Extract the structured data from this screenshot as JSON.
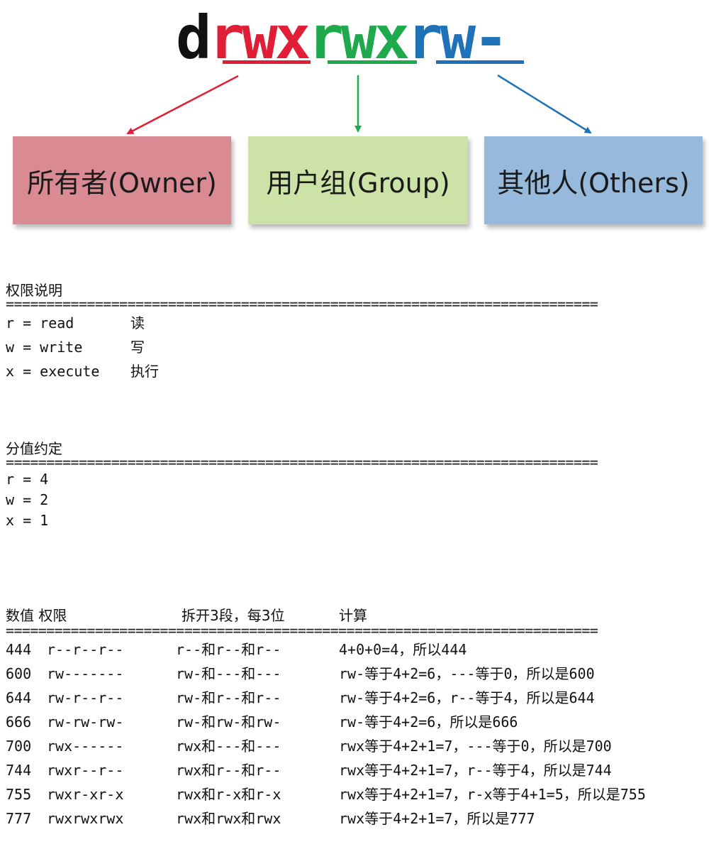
{
  "title_segments": {
    "type": "d",
    "owner": "rwx",
    "group": "rwx",
    "others": "rw-"
  },
  "colors": {
    "owner": "#e01e35",
    "group": "#1fa94d",
    "others": "#1f72b8",
    "owner_box": "#d98a93",
    "group_box": "#cde2a6",
    "others_box": "#97b9dc"
  },
  "boxes": {
    "owner": "所有者(Owner)",
    "group": "用户组(Group)",
    "others": "其他人(Others)"
  },
  "rule": "=========================================================================",
  "permission_desc": {
    "title": "权限说明",
    "items": [
      {
        "key": "r = read",
        "meaning": "读"
      },
      {
        "key": "w = write",
        "meaning": "写"
      },
      {
        "key": "x = execute",
        "meaning": "执行"
      }
    ]
  },
  "value_rules": {
    "title": "分值约定",
    "items": [
      "r = 4",
      "w = 2",
      "x = 1"
    ]
  },
  "table": {
    "headers": [
      "数值 权限",
      "拆开3段，每3位",
      "计算"
    ],
    "rows": [
      {
        "value": "444",
        "perm": "r--r--r--",
        "split": "r--和r--和r--",
        "calc": "4+0+0=4，所以444"
      },
      {
        "value": "600",
        "perm": "rw-------",
        "split": "rw-和---和---",
        "calc": "rw-等于4+2=6，---等于0，所以是600"
      },
      {
        "value": "644",
        "perm": "rw-r--r--",
        "split": "rw-和r--和r--",
        "calc": "rw-等于4+2=6，r--等于4，所以是644"
      },
      {
        "value": "666",
        "perm": "rw-rw-rw-",
        "split": "rw-和rw-和rw-",
        "calc": "rw-等于4+2=6，所以是666"
      },
      {
        "value": "700",
        "perm": "rwx------",
        "split": "rwx和---和---",
        "calc": "rwx等于4+2+1=7，---等于0，所以是700"
      },
      {
        "value": "744",
        "perm": "rwxr--r--",
        "split": "rwx和r--和r--",
        "calc": "rwx等于4+2+1=7，r--等于4，所以是744"
      },
      {
        "value": "755",
        "perm": "rwxr-xr-x",
        "split": "rwx和r-x和r-x",
        "calc": "rwx等于4+2+1=7，r-x等于4+1=5，所以是755"
      },
      {
        "value": "777",
        "perm": "rwxrwxrwx",
        "split": "rwx和rwx和rwx",
        "calc": "rwx等于4+2+1=7，所以是777"
      }
    ]
  }
}
